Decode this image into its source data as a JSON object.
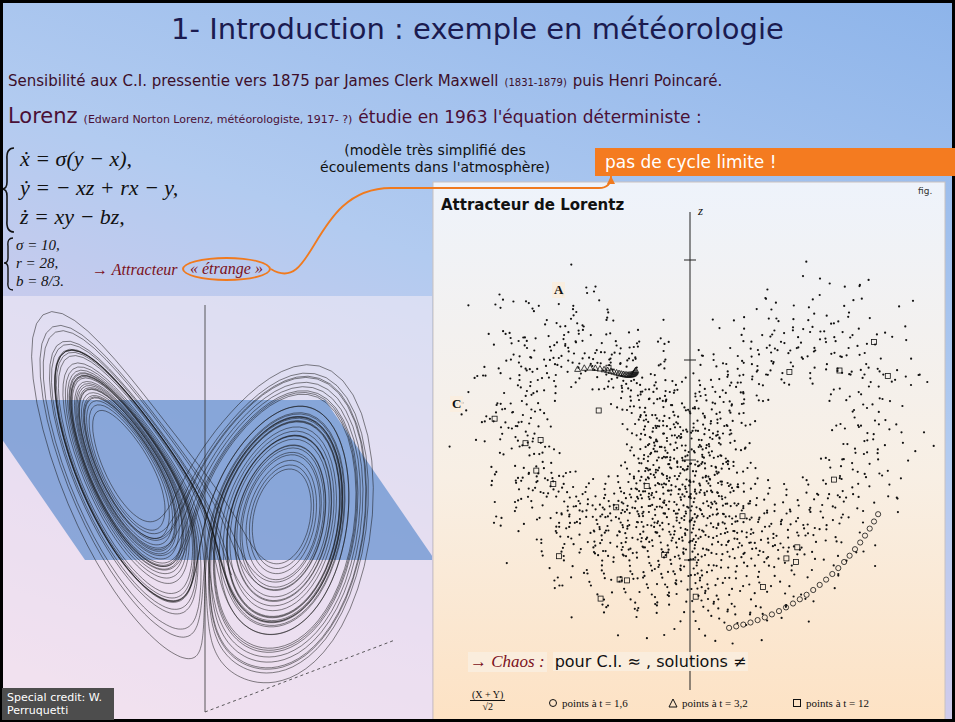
{
  "diagram": {
    "title": "1- Introduction : exemple en météorologie",
    "nodes": [
      {
        "text": [
          "pas de cycle limite !"
        ]
      },
      {
        "text": [
          "« étrange »"
        ]
      },
      {
        "text": [
          "Attracteur de Lorentz"
        ]
      },
      {
        "text": [
          "Special credit: W. Perruquetti"
        ]
      }
    ],
    "edges": [
      {
        "from": 1,
        "to": 0,
        "arrow": "to"
      }
    ],
    "labels": [
      "Sensibilité aux C.I. pressentie vers 1875 par James Clerk Maxwell",
      "(1831-1879)",
      "puis Henri Poincaré.",
      "Lorenz",
      "(Edward Norton Lorenz, météorologiste, 1917- ?)",
      "étudie en 1963 l'équation déterministe :",
      "ẋ = σ(y − x),",
      "ẏ = − xz + rx − y,",
      "ż = xy − bz,",
      "σ = 10,",
      "r = 28,",
      "b = 8/3.",
      "→ Attracteur",
      "(modèle très simplifié des écoulements dans l'atmosphère)",
      "fig.",
      "z",
      "A",
      "C",
      "→ Chaos :",
      "pour C.I. ≈ , solutions ≠",
      "(X + Y)",
      "√2"
    ],
    "legend": [
      {
        "text": "points à t = 1,6"
      },
      {
        "text": "points à t = 3,2"
      },
      {
        "text": "points à t = 12"
      }
    ]
  }
}
